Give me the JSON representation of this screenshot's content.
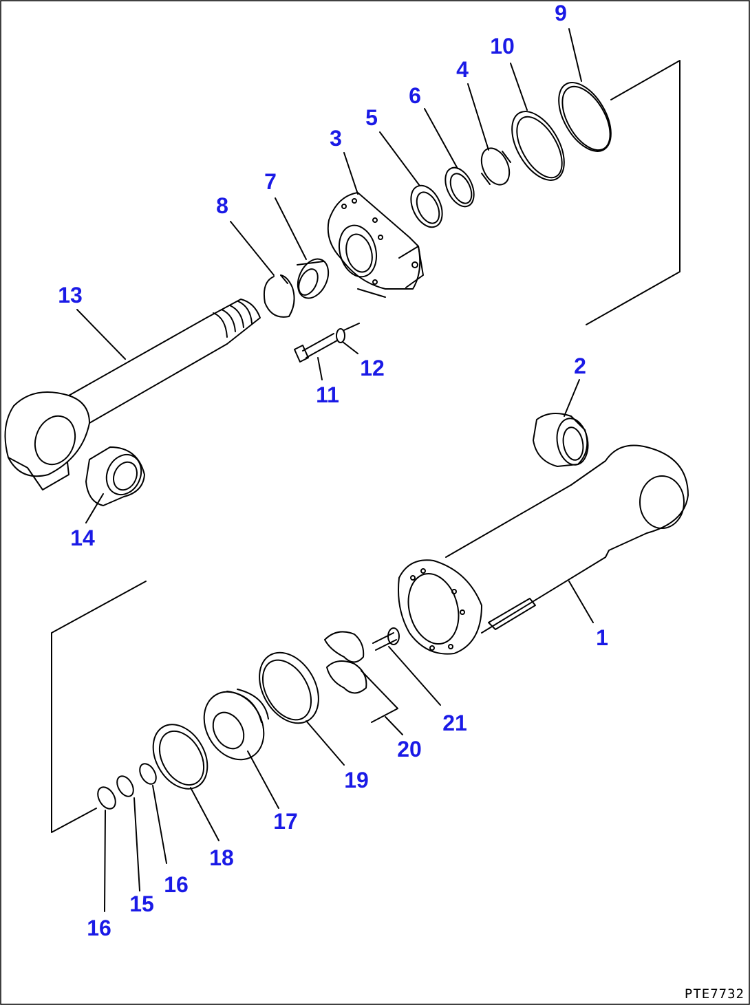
{
  "figure": {
    "code": "PTE7732"
  },
  "callouts": [
    {
      "id": "c1",
      "label": "1"
    },
    {
      "id": "c2",
      "label": "2"
    },
    {
      "id": "c3",
      "label": "3"
    },
    {
      "id": "c4",
      "label": "4"
    },
    {
      "id": "c5",
      "label": "5"
    },
    {
      "id": "c6",
      "label": "6"
    },
    {
      "id": "c7",
      "label": "7"
    },
    {
      "id": "c8",
      "label": "8"
    },
    {
      "id": "c9",
      "label": "9"
    },
    {
      "id": "c10",
      "label": "10"
    },
    {
      "id": "c11",
      "label": "11"
    },
    {
      "id": "c12",
      "label": "12"
    },
    {
      "id": "c13",
      "label": "13"
    },
    {
      "id": "c14",
      "label": "14"
    },
    {
      "id": "c15",
      "label": "15"
    },
    {
      "id": "c16a",
      "label": "16"
    },
    {
      "id": "c16b",
      "label": "16"
    },
    {
      "id": "c17",
      "label": "17"
    },
    {
      "id": "c18",
      "label": "18"
    },
    {
      "id": "c19",
      "label": "19"
    },
    {
      "id": "c20",
      "label": "20"
    },
    {
      "id": "c21",
      "label": "21"
    }
  ],
  "colors": {
    "callout": "#1a1ae6",
    "linework": "#000000",
    "background": "#ffffff"
  }
}
